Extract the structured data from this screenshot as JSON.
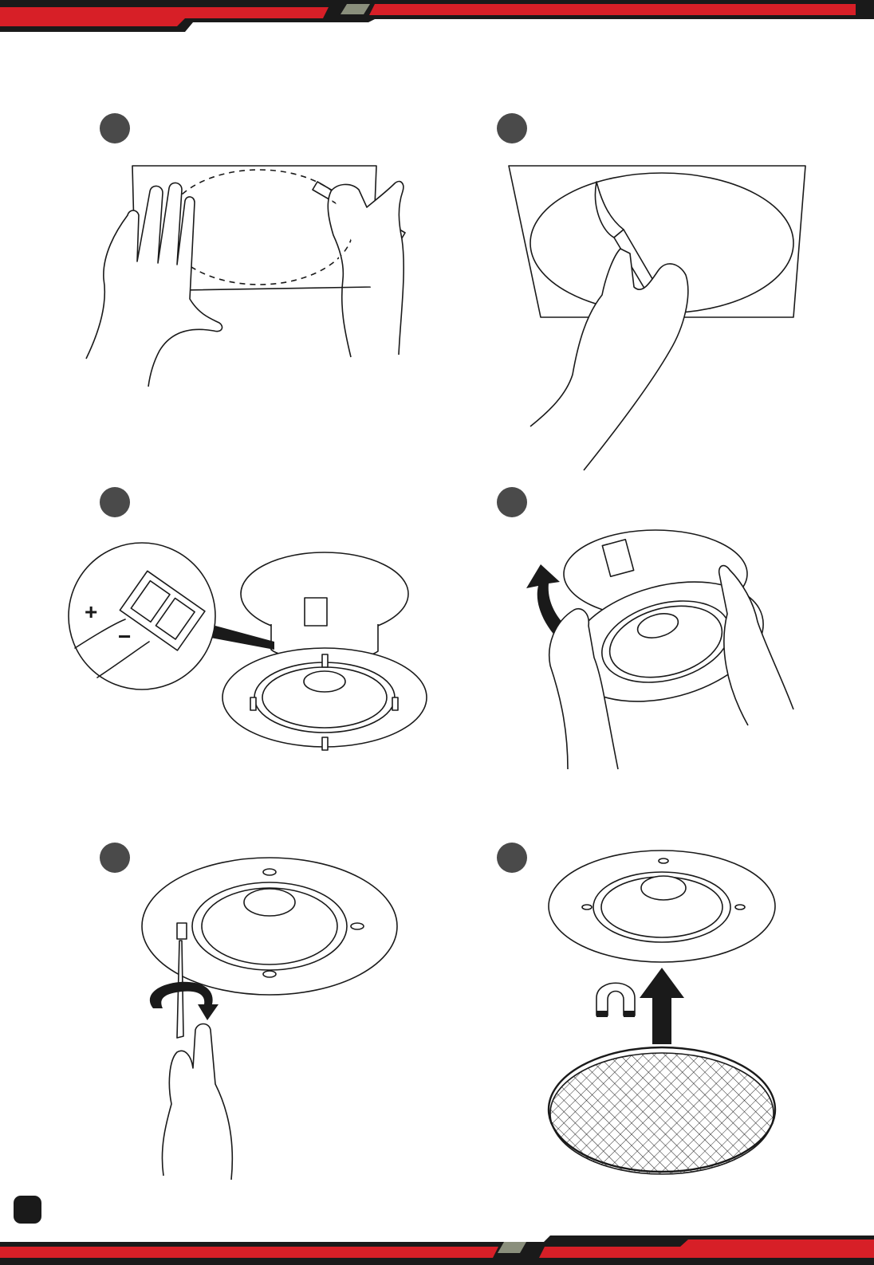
{
  "colors": {
    "band_red": "#d71f27",
    "band_dark": "#1c1c1c",
    "band_accent": "#8a8f7c",
    "marker": "#4a4a4a"
  },
  "page_number": "",
  "steps": [
    {
      "id": 1,
      "illustration": "trace-template-on-ceiling"
    },
    {
      "id": 2,
      "illustration": "cut-hole-with-saw"
    },
    {
      "id": 3,
      "illustration": "connect-speaker-wires"
    },
    {
      "id": 4,
      "illustration": "insert-speaker-into-ceiling"
    },
    {
      "id": 5,
      "illustration": "tighten-mounting-screws"
    },
    {
      "id": 6,
      "illustration": "attach-magnetic-grille"
    }
  ],
  "terminal_labels": {
    "positive": "+",
    "negative": "−"
  }
}
